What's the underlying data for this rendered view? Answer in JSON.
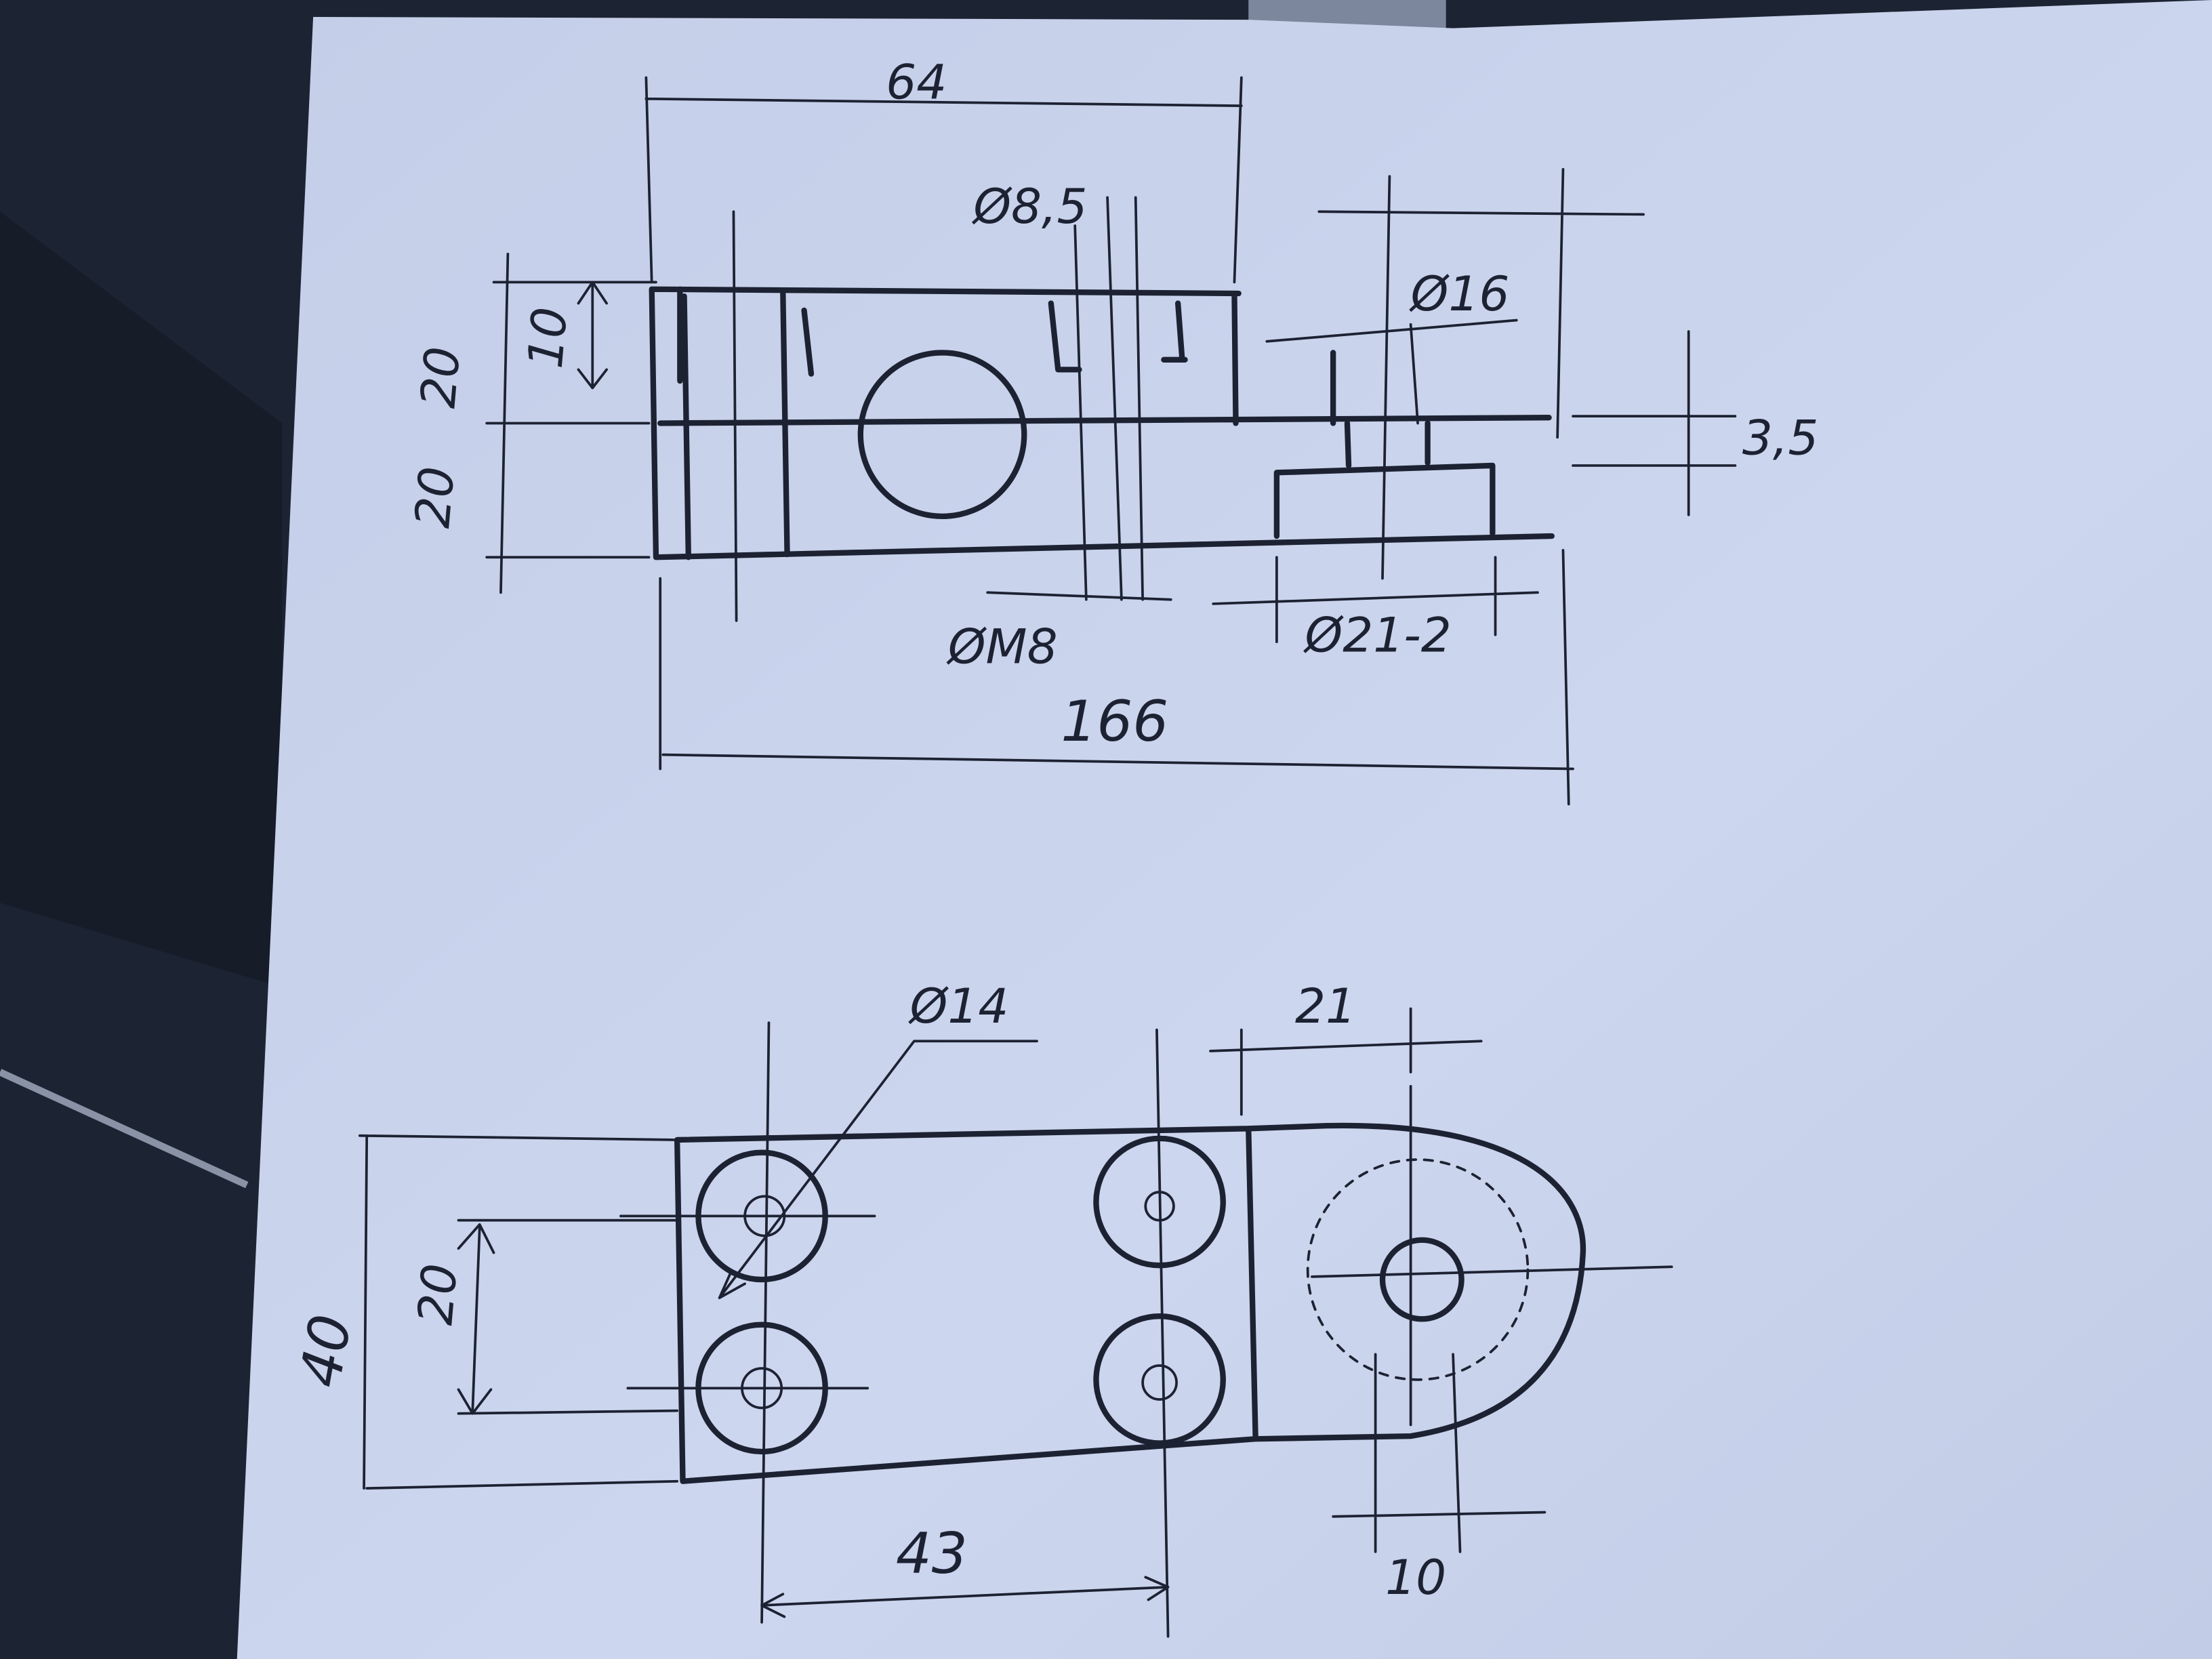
{
  "colors": {
    "paper": "#c8d2ea",
    "ink": "#1d2233",
    "fabric": "#1c2433"
  },
  "front_view": {
    "overall_width_top": "64",
    "bolt_hole_top": "Ø8,5",
    "pin_diameter": "Ø16",
    "upper_height": "20",
    "upper_inner": "10",
    "lower_height": "20",
    "plate_thickness": "3,5",
    "thread": "ØM8",
    "collar_diameter": "Ø21-2",
    "overall_length": "166"
  },
  "top_view": {
    "hole_diameter": "Ø14",
    "end_offset": "21",
    "total_width": "40",
    "hole_spacing_vertical": "20",
    "hole_spacing_horizontal": "43",
    "slot_width": "10"
  }
}
